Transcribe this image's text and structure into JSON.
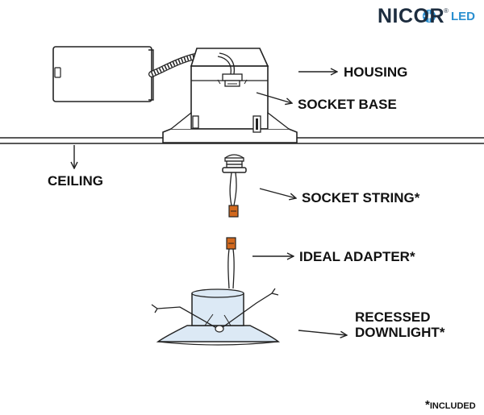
{
  "brand": {
    "name": "NICOR",
    "registered": "®",
    "suffix": "LED",
    "colors": {
      "name": "#1d2d3f",
      "suffix": "#2a8fd0"
    }
  },
  "labels": {
    "housing": "HOUSING",
    "socket_base": "SOCKET BASE",
    "ceiling": "CEILING",
    "socket_string": "SOCKET STRING*",
    "ideal_adapter": "IDEAL ADAPTER*",
    "recessed_line1": "RECESSED",
    "recessed_line2": "DOWNLIGHT*"
  },
  "footnote": {
    "star": "*",
    "text": "INCLUDED"
  },
  "colors": {
    "line": "#222222",
    "downlight_fill": "#dce9f5",
    "connector": "#d2691e",
    "logo_blue": "#2a8fd0"
  }
}
